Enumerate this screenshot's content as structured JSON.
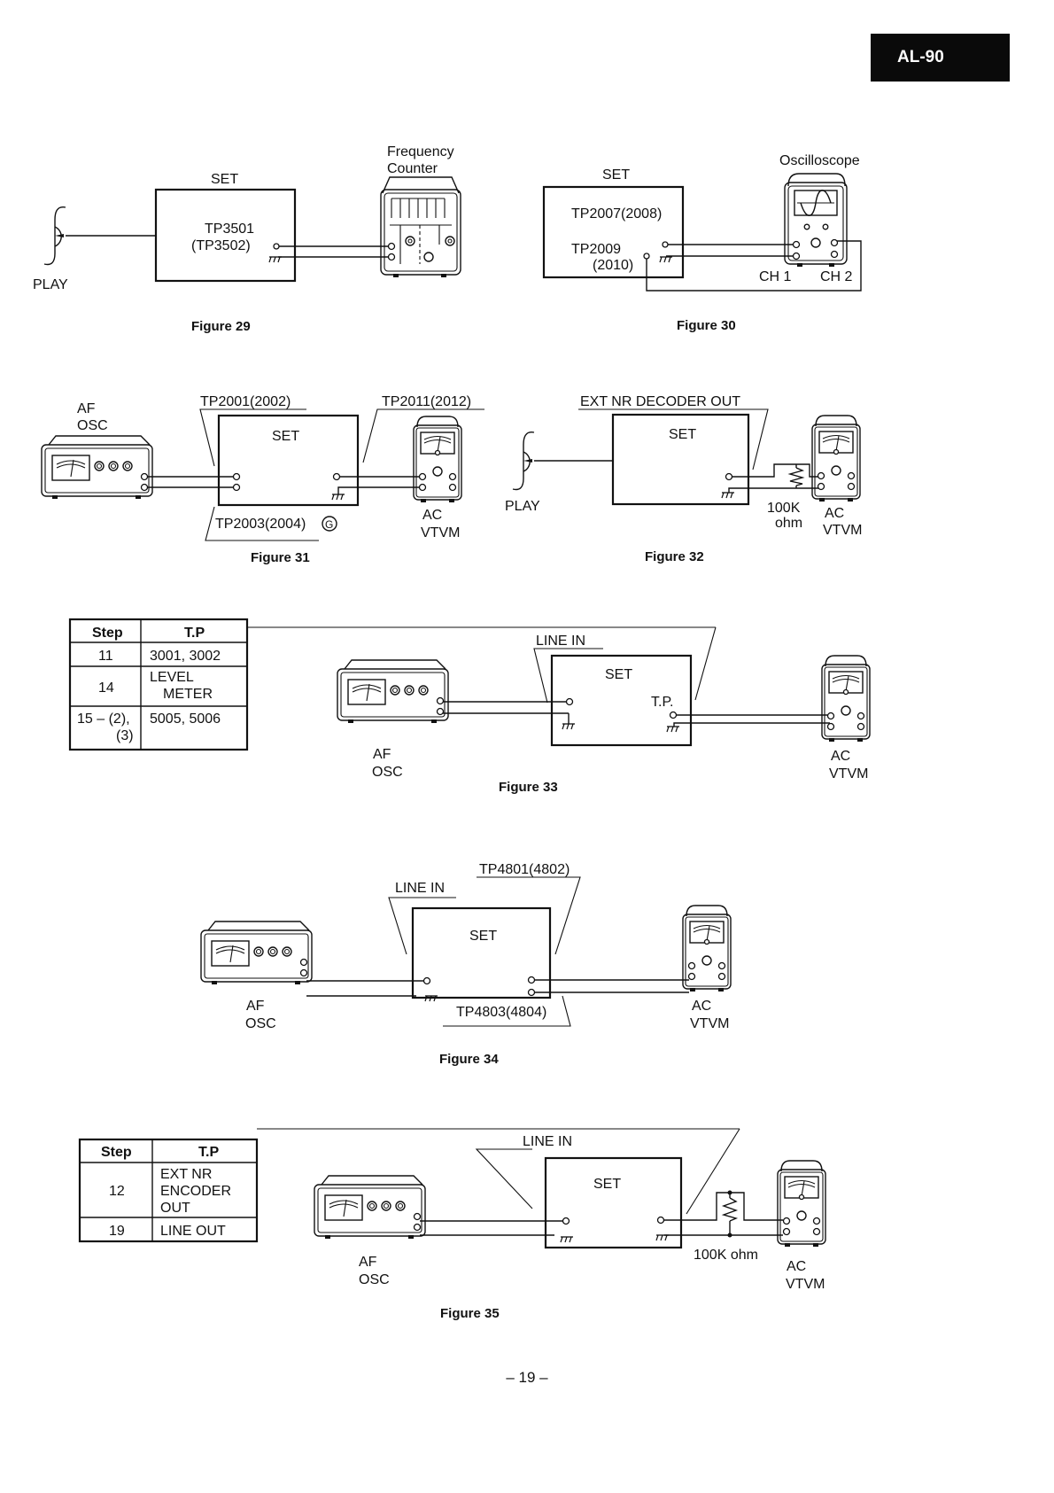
{
  "header": {
    "model": "AL-90"
  },
  "footer": {
    "page_number": "– 19 –"
  },
  "common": {
    "set": "SET",
    "play": "PLAY",
    "af": "AF",
    "osc": "OSC",
    "ac": "AC",
    "vtvm": "VTVM",
    "ground_symbol": "ground-icon"
  },
  "figure29": {
    "caption": "Figure 29",
    "instrument_line1": "Frequency",
    "instrument_line2": "Counter",
    "tp_line1": "TP3501",
    "tp_line2": "(TP3502)"
  },
  "figure30": {
    "caption": "Figure 30",
    "instrument": "Oscilloscope",
    "tp_a": "TP2007(2008)",
    "tp_b_line1": "TP2009",
    "tp_b_line2": "(2010)",
    "ch1": "CH 1",
    "ch2": "CH 2"
  },
  "figure31": {
    "caption": "Figure 31",
    "tp_in": "TP2001(2002)",
    "tp_out": "TP2011(2012)",
    "tp_ground": "TP2003(2004)",
    "ground_mark": "G"
  },
  "figure32": {
    "caption": "Figure 32",
    "tp_out": "EXT NR DECODER OUT",
    "resistor_line1": "100K",
    "resistor_line2": "ohm"
  },
  "figure33": {
    "caption": "Figure 33",
    "line_in": "LINE IN",
    "tp": "T.P.",
    "table": {
      "headers": [
        "Step",
        "T.P"
      ],
      "rows": [
        {
          "step": "11",
          "tp": "3001, 3002"
        },
        {
          "step": "14",
          "tp_line1": "LEVEL",
          "tp_line2": "METER"
        },
        {
          "step_line1": "15 – (2),",
          "step_line2": "(3)",
          "tp": "5005, 5006"
        }
      ]
    }
  },
  "figure34": {
    "caption": "Figure 34",
    "line_in": "LINE IN",
    "tp_out": "TP4801(4802)",
    "tp_ground": "TP4803(4804)"
  },
  "figure35": {
    "caption": "Figure 35",
    "line_in": "LINE IN",
    "resistor": "100K ohm",
    "table": {
      "headers": [
        "Step",
        "T.P"
      ],
      "rows": [
        {
          "step": "12",
          "tp_line1": "EXT NR",
          "tp_line2": "ENCODER",
          "tp_line3": "OUT"
        },
        {
          "step": "19",
          "tp": "LINE OUT"
        }
      ]
    }
  }
}
